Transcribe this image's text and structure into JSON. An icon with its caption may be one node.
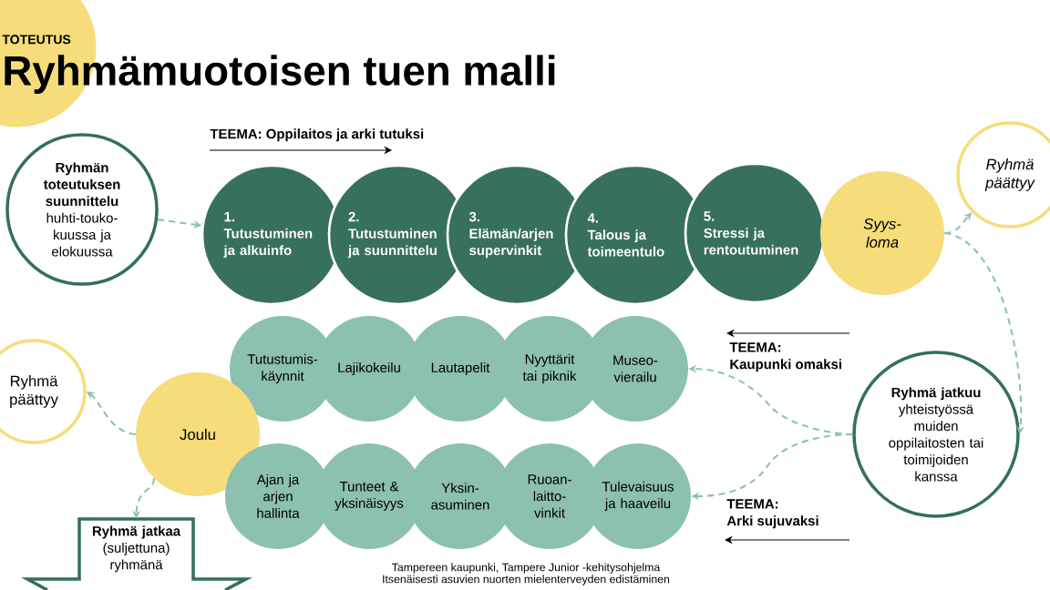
{
  "diagram": {
    "title": "Ryhmämuotoisen tuen malli",
    "nodes": [
      {
        "text": [
          "Ryhmän toteutuksen suunnittelu",
          "huhti-touko- kuussa ja elokuussa"
        ]
      },
      {
        "text": [
          "1.",
          "Tutustuminen ja alkuinfo"
        ]
      },
      {
        "text": [
          "2.",
          "Tutustuminen ja suunnittelu"
        ]
      },
      {
        "text": [
          "3.",
          "Elämän/arjen supervinkit"
        ]
      },
      {
        "text": [
          "4.",
          "Talous ja toimeentulo"
        ]
      },
      {
        "text": [
          "5.",
          "Stressi ja rentoutuminen"
        ]
      },
      {
        "text": [
          "Syys- loma"
        ]
      },
      {
        "text": [
          "Ryhmä päättyy"
        ]
      },
      {
        "text": [
          "Tutustumis- käynnit"
        ]
      },
      {
        "text": [
          "Lajikokeilu"
        ]
      },
      {
        "text": [
          "Lautapelit"
        ]
      },
      {
        "text": [
          "Nyyttärit tai piknik"
        ]
      },
      {
        "text": [
          "Museo- vierailu"
        ]
      },
      {
        "text": [
          "Ryhmä päättyy"
        ]
      },
      {
        "text": [
          "Joulu"
        ]
      },
      {
        "text": [
          "Ajan ja arjen hallinta"
        ]
      },
      {
        "text": [
          "Tunteet & yksinäisyys"
        ]
      },
      {
        "text": [
          "Yksin- asuminen"
        ]
      },
      {
        "text": [
          "Ruoan- laitto- vinkit"
        ]
      },
      {
        "text": [
          "Tulevaisuus ja haaveilu"
        ]
      },
      {
        "text": [
          "Ryhmä jatkuu",
          "yhteistyössä muiden oppilaitosten tai toimijoiden kanssa"
        ]
      },
      {
        "text": [
          "Ryhmä jatkaa",
          "(suljettuna) ryhmänä"
        ]
      }
    ],
    "edges": [
      {
        "from": 0,
        "to": 1,
        "arrow": "to",
        "style": "dashed"
      },
      {
        "from": 6,
        "to": 7,
        "arrow": "to",
        "style": "dashed"
      },
      {
        "from": 6,
        "to": 20,
        "arrow": "to",
        "style": "dashed"
      },
      {
        "from": 20,
        "to": 12,
        "arrow": "to",
        "style": "dashed"
      },
      {
        "from": 20,
        "to": 19,
        "arrow": "to",
        "style": "dashed"
      },
      {
        "from": 14,
        "to": 13,
        "arrow": "to",
        "style": "dashed"
      },
      {
        "from": 14,
        "to": 21,
        "arrow": "to",
        "style": "dashed"
      }
    ],
    "labels": [
      "TOTEUTUS",
      "TEEMA: Oppilaitos ja arki tutuksi",
      "TEEMA:",
      "Kaupunki omaksi",
      "TEEMA:",
      "Arki sujuvaksi",
      "Tampereen kaupunki, Tampere Junior -kehitysohjelma",
      "Itsenäisesti asuvien nuorten mielenterveyden edistäminen"
    ]
  }
}
